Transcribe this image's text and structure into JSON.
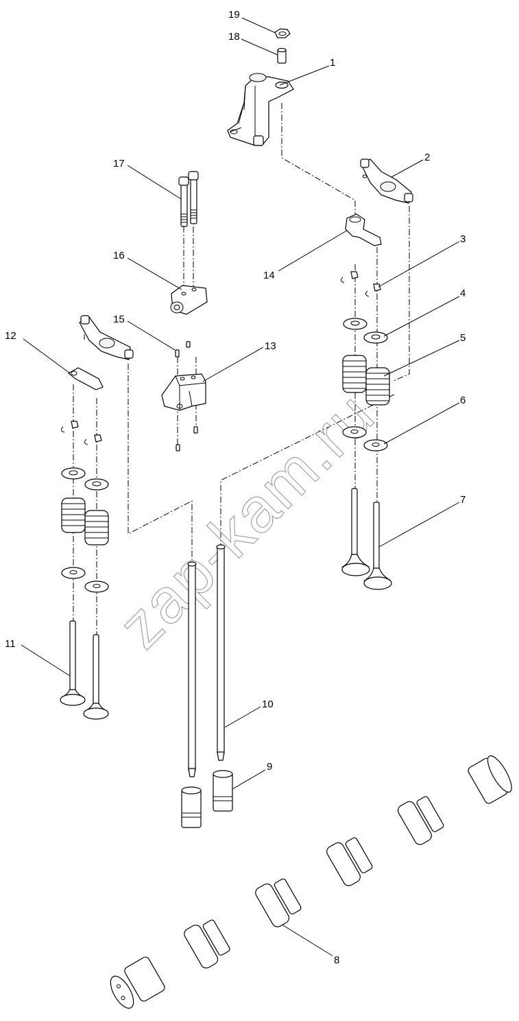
{
  "watermark": "zap-kam.ru",
  "callouts": [
    {
      "id": "callout-1",
      "label": "1"
    },
    {
      "id": "callout-2",
      "label": "2"
    },
    {
      "id": "callout-3",
      "label": "3"
    },
    {
      "id": "callout-4",
      "label": "4"
    },
    {
      "id": "callout-5",
      "label": "5"
    },
    {
      "id": "callout-6",
      "label": "6"
    },
    {
      "id": "callout-7",
      "label": "7"
    },
    {
      "id": "callout-8",
      "label": "8"
    },
    {
      "id": "callout-9",
      "label": "9"
    },
    {
      "id": "callout-10",
      "label": "10"
    },
    {
      "id": "callout-11",
      "label": "11"
    },
    {
      "id": "callout-12",
      "label": "12"
    },
    {
      "id": "callout-13",
      "label": "13"
    },
    {
      "id": "callout-14",
      "label": "14"
    },
    {
      "id": "callout-15",
      "label": "15"
    },
    {
      "id": "callout-16",
      "label": "16"
    },
    {
      "id": "callout-17",
      "label": "17"
    },
    {
      "id": "callout-18",
      "label": "18"
    },
    {
      "id": "callout-19",
      "label": "19"
    }
  ]
}
